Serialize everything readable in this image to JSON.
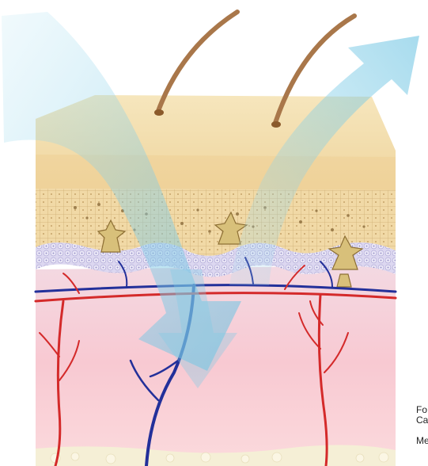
{
  "caption": {
    "line1": "Fo",
    "line2": "Ca",
    "line3": "Me"
  },
  "colors": {
    "skin_surface": "#f3dfad",
    "epidermis": "#e9c98d",
    "basal_layer": "#c8c2e6",
    "dermis": "#f7c9d0",
    "artery": "#d42a2a",
    "vein": "#23309a",
    "light_arrow": "#8fd4ea",
    "hair": "#a9774a",
    "melanocyte": "#d8c07a"
  },
  "icons": {
    "incoming_light": "arrow-down-right-icon",
    "reflected_light": "arrow-up-right-icon",
    "scattered_light": "arrow-down-icon"
  }
}
